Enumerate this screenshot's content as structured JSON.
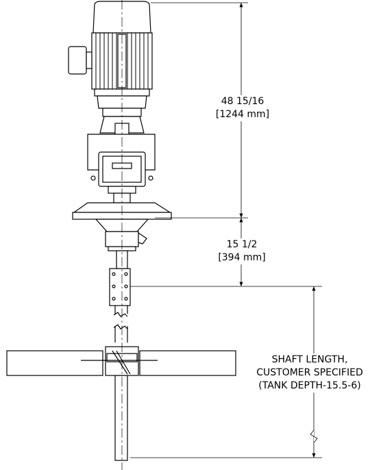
{
  "dimensions": {
    "upper": {
      "value": "48 15/16",
      "metric": "[1244 mm]"
    },
    "lower": {
      "value": "15 1/2",
      "metric": "[394 mm]"
    },
    "shaft": {
      "line1": "SHAFT LENGTH,",
      "line2": "CUSTOMER SPECIFIED",
      "line3": "(TANK DEPTH-15.5-6)"
    }
  }
}
